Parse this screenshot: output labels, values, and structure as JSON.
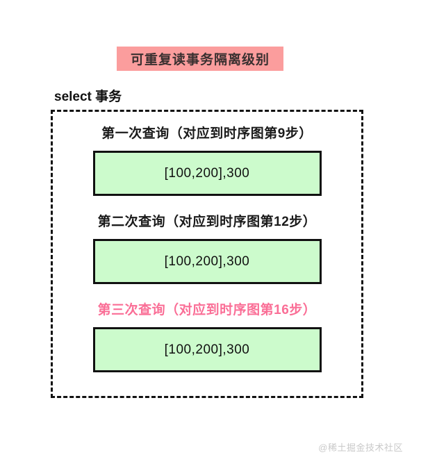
{
  "title": "可重复读事务隔离级别",
  "transaction_label": "select 事务",
  "queries": [
    {
      "label": "第一次查询（对应到时序图第9步）",
      "value": "[100,200],300",
      "highlight": false
    },
    {
      "label": "第二次查询（对应到时序图第12步）",
      "value": "[100,200],300",
      "highlight": false
    },
    {
      "label": "第三次查询（对应到时序图第16步）",
      "value": "[100,200],300",
      "highlight": true
    }
  ],
  "watermark": "@稀土掘金技术社区",
  "colors": {
    "title_bg": "#FB9D9D",
    "box_bg": "#CCFBCC",
    "box_border": "#111111",
    "highlight_text": "#FA6E96",
    "watermark_text": "#C9C9C9"
  }
}
